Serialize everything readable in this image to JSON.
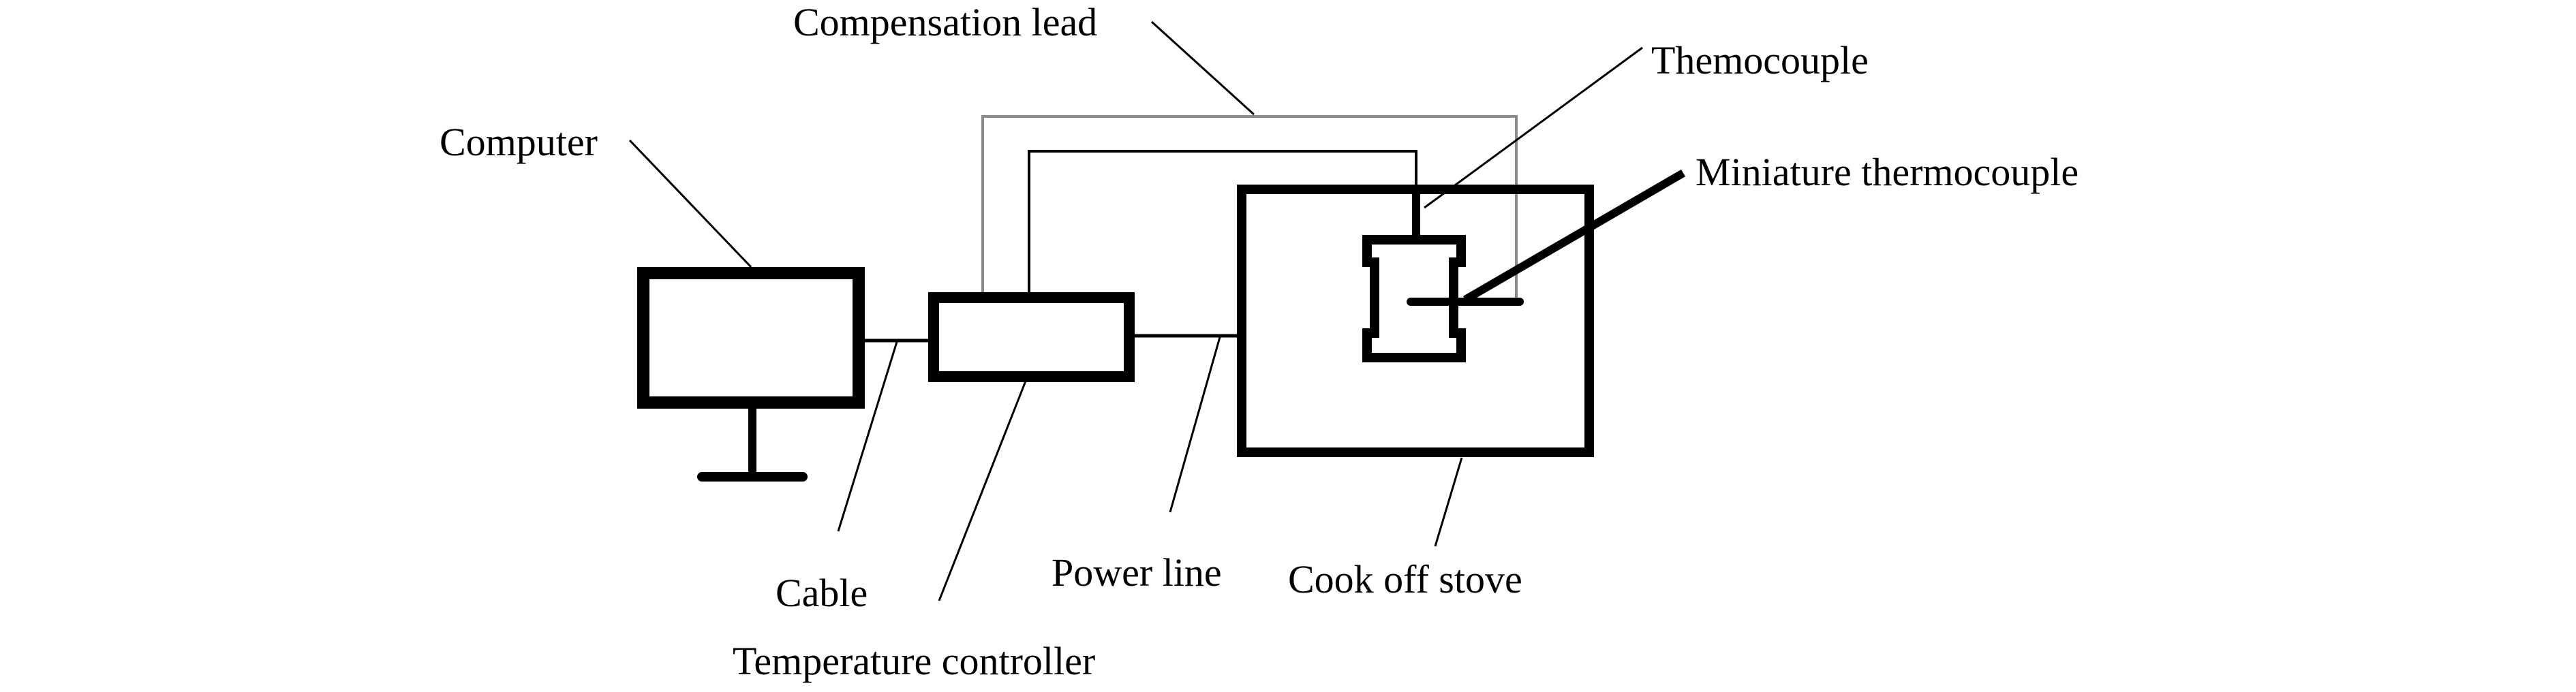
{
  "diagram": {
    "type": "experimental-setup schematic",
    "labels": {
      "compensation_lead": "Compensation lead",
      "themocouple": "Themocouple",
      "computer": "Computer",
      "miniature_thermocouple": "Miniature thermocouple",
      "cable": "Cable",
      "power_line": "Power line",
      "cook_off_stove": "Cook off stove",
      "temperature_controller": "Temperature controller"
    },
    "components": [
      "computer",
      "temperature-controller",
      "cook-off-stove",
      "sample-holder",
      "themocouple",
      "miniature-thermocouple"
    ],
    "connections": [
      {
        "from": "computer",
        "to": "temperature-controller",
        "via": "Cable"
      },
      {
        "from": "temperature-controller",
        "to": "cook-off-stove",
        "via": "Power line"
      },
      {
        "from": "temperature-controller",
        "to": "miniature-thermocouple",
        "via": "Compensation lead"
      },
      {
        "from": "temperature-controller",
        "to": "themocouple",
        "via": "wire"
      }
    ],
    "colors": {
      "stroke": "#000000",
      "lead": "#8a8a8a",
      "background": "#ffffff"
    }
  }
}
